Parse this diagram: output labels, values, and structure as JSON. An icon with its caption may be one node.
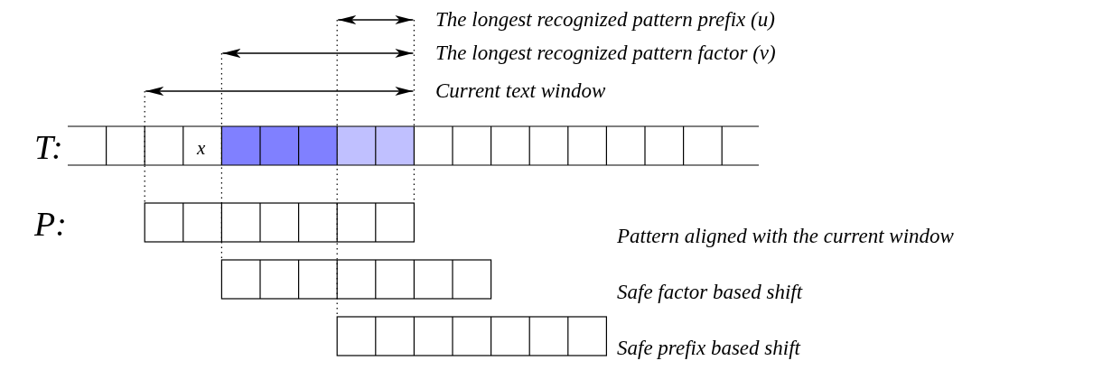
{
  "diagram": {
    "labels": [
      "The longest recognized pattern prefix (u)",
      "The longest recognized pattern factor (v)",
      "Current text window",
      "T:",
      "x",
      "P:",
      "Pattern aligned with the current window",
      "Safe factor based shift",
      "Safe prefix based shift"
    ]
  }
}
